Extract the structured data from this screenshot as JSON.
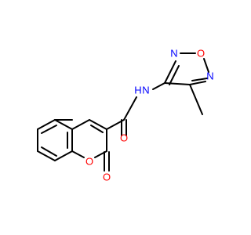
{
  "molecule": {
    "atoms": [
      {
        "id": "N1",
        "text": "N",
        "color": "#0000ff"
      },
      {
        "id": "O1",
        "text": "O",
        "color": "#ff0000"
      },
      {
        "id": "N2",
        "text": "N",
        "color": "#0000ff"
      },
      {
        "id": "NH",
        "text": "N",
        "color": "#0000ff"
      },
      {
        "id": "H",
        "text": "H",
        "color": "#0000ff"
      },
      {
        "id": "O2",
        "text": "O",
        "color": "#ff0000"
      },
      {
        "id": "O3",
        "text": "O",
        "color": "#ff0000"
      },
      {
        "id": "O4",
        "text": "O",
        "color": "#ff0000"
      }
    ],
    "bond_color": "#000000"
  }
}
